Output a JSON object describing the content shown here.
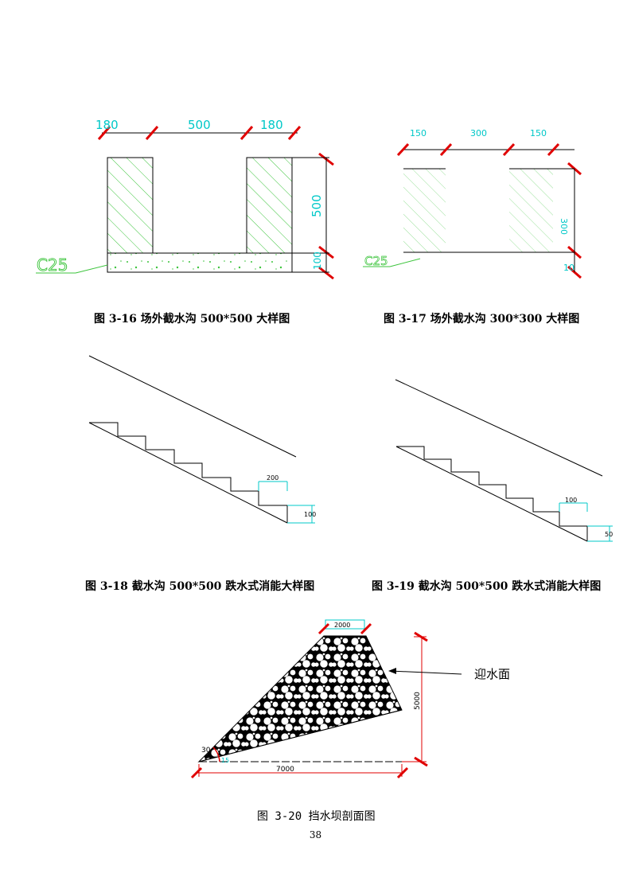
{
  "fig16": {
    "caption": "图 3-16 场外截水沟 500*500 大样图",
    "dim_left": "180",
    "dim_mid": "500",
    "dim_right": "180",
    "dim_height": "500",
    "dim_base": "100",
    "material": "C25"
  },
  "fig17": {
    "caption": "图 3-17 场外截水沟 300*300 大样图",
    "dim_left": "150",
    "dim_mid": "300",
    "dim_right": "150",
    "dim_height": "300",
    "dim_base": "10",
    "material": "C25"
  },
  "fig18": {
    "caption": "图 3-18 截水沟 500*500 跌水式消能大样图",
    "dim_step_w": "200",
    "dim_step_h": "100"
  },
  "fig19": {
    "caption": "图 3-19 截水沟 500*500 跌水式消能大样图",
    "dim_step_w": "100",
    "dim_step_h": "50"
  },
  "fig20": {
    "caption": "图 3-20 挡水坝剖面图",
    "dim_top": "2000",
    "dim_height": "5000",
    "dim_base": "7000",
    "angle_top": "30",
    "angle_bottom": "15",
    "label_face": "迎水面"
  },
  "page_number": "38",
  "colors": {
    "hatch": "#3cc43c",
    "dim_text": "#00c8c8",
    "dim_mark": "#e00000",
    "line": "#000000"
  }
}
